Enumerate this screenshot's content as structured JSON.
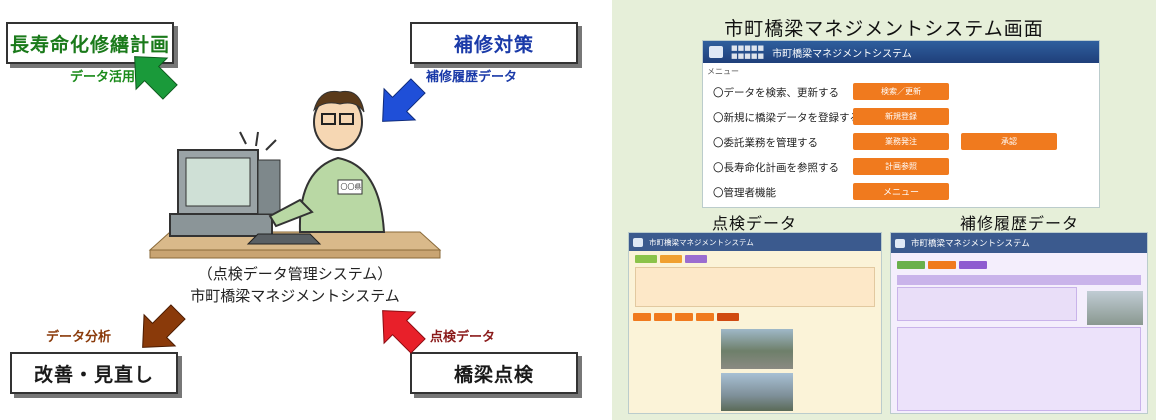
{
  "boxes": {
    "top_left": "長寿命化修繕計画",
    "top_right": "補修対策",
    "bottom_left": "改善・見直し",
    "bottom_right": "橋梁点検"
  },
  "arrow_labels": {
    "top_left": "データ活用",
    "top_right": "補修履歴データ",
    "bottom_left": "データ分析",
    "bottom_right": "点検データ"
  },
  "center": {
    "line1": "（点検データ管理システム）",
    "line2": "市町橋梁マネジメントシステム",
    "badge": "〇〇県"
  },
  "colors": {
    "green_arrow": "#1a9a3a",
    "blue_arrow": "#1f4fd8",
    "brown_arrow": "#8a3a0a",
    "red_arrow": "#e8202a",
    "orange_button": "#f07a1e",
    "header_blue": "#2f5f9e",
    "panel_bg": "#e6efd9"
  },
  "right": {
    "title": "市町橋梁マネジメントシステム画面",
    "app_header": "市町橋梁マネジメントシステム",
    "menu_label": "メニュー",
    "menu": [
      {
        "label": "〇データを検索、更新する",
        "buttons": [
          "検索／更新"
        ]
      },
      {
        "label": "〇新規に橋梁データを登録する",
        "buttons": [
          "新規登録"
        ]
      },
      {
        "label": "〇委託業務を管理する",
        "buttons": [
          "業務発注",
          "承認"
        ]
      },
      {
        "label": "〇長寿命化計画を参照する",
        "buttons": [
          "計画参照"
        ]
      },
      {
        "label": "〇管理者機能",
        "buttons": [
          "メニュー"
        ]
      }
    ],
    "sub_left": "点検データ",
    "sub_right": "補修履歴データ"
  }
}
